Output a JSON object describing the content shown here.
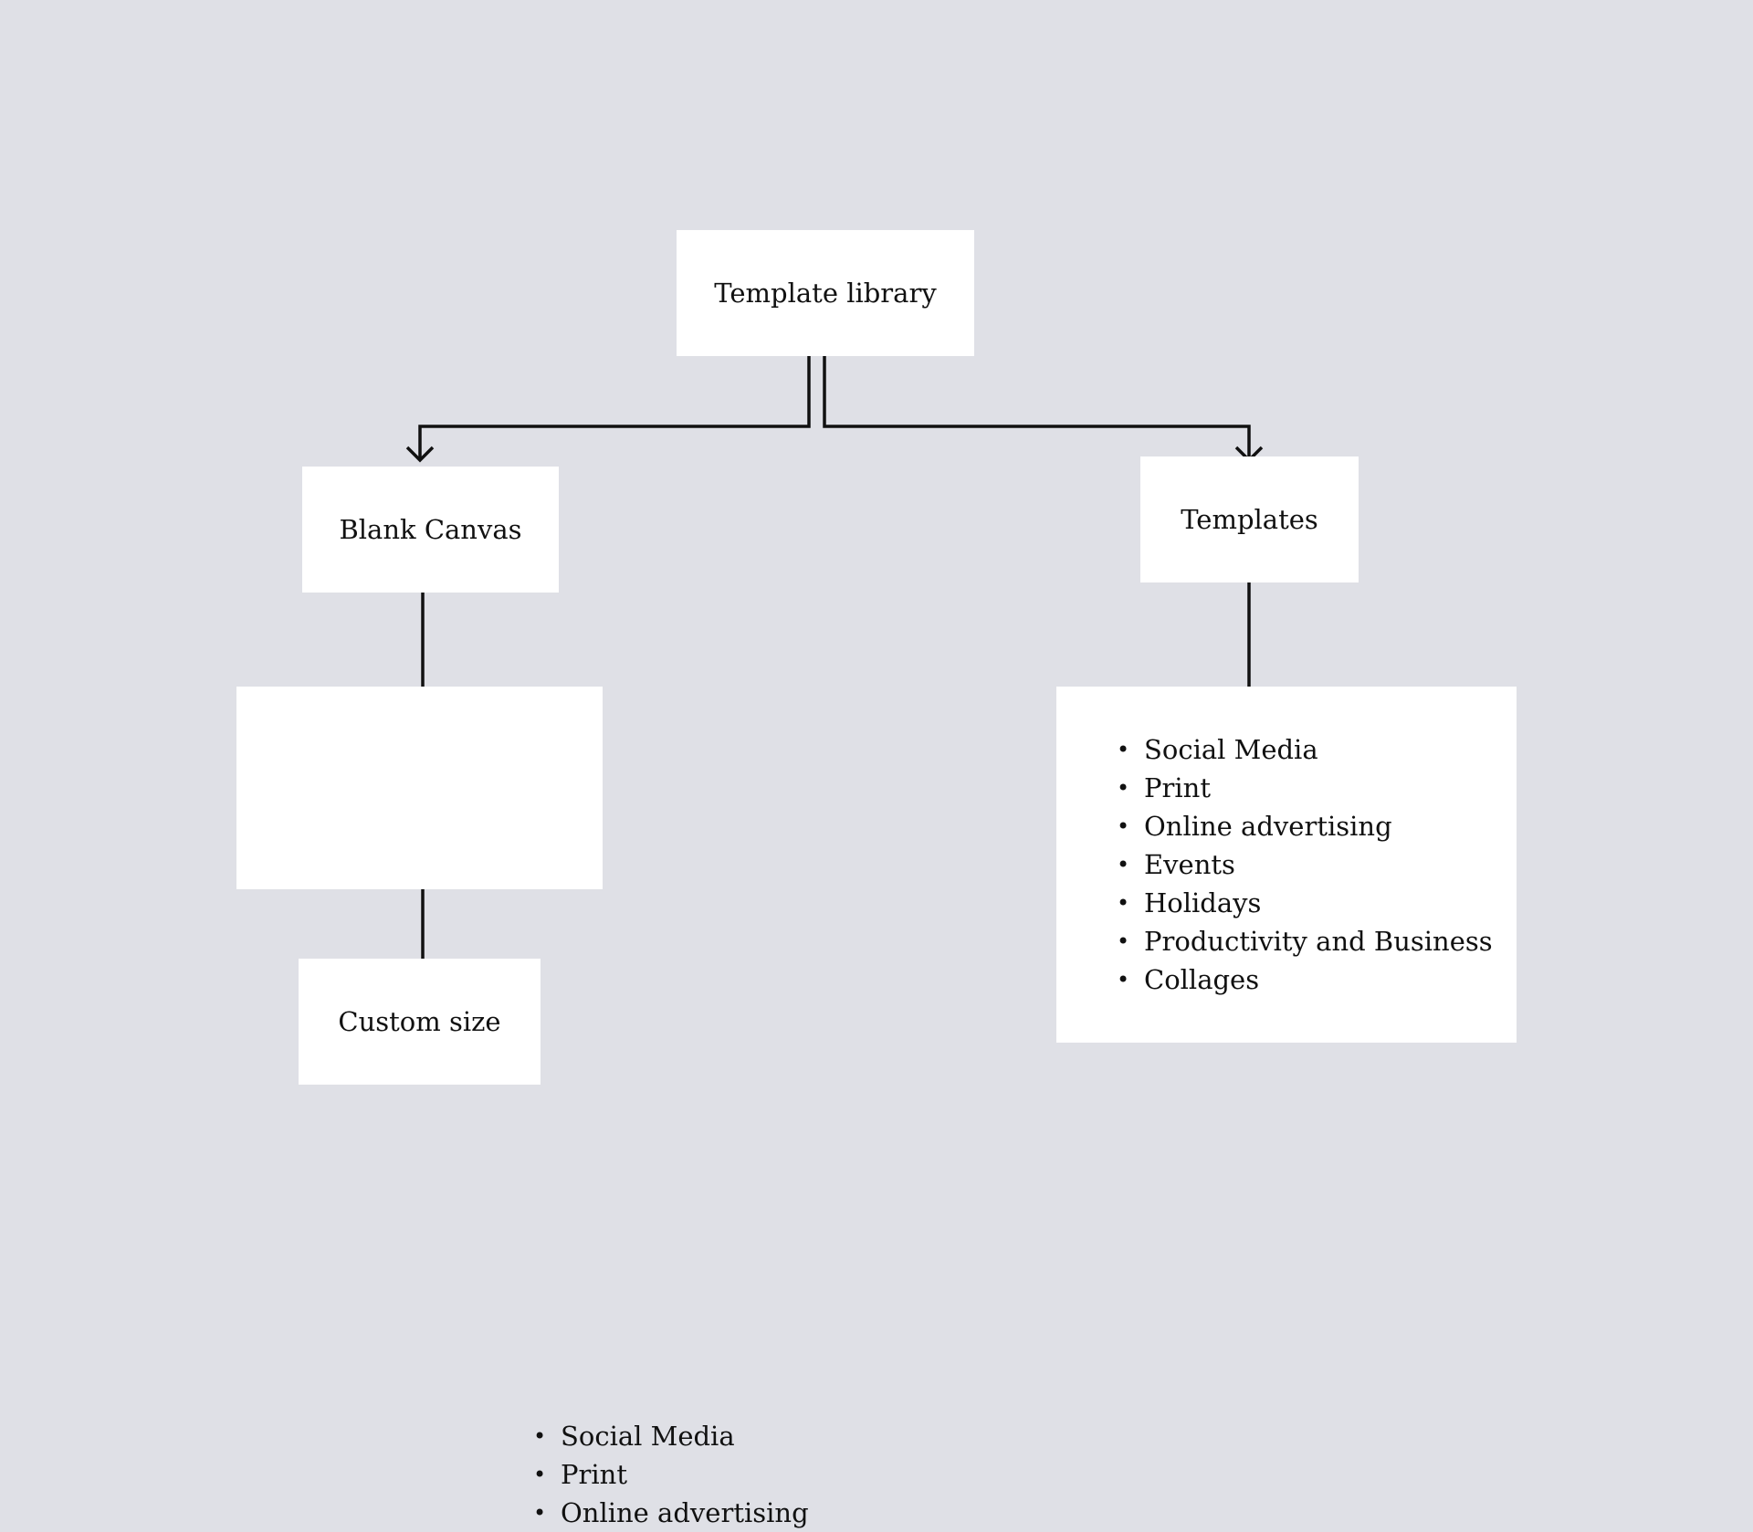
{
  "diagram": {
    "root": {
      "label": "Template library"
    },
    "blank_canvas": {
      "label": "Blank Canvas"
    },
    "templates": {
      "label": "Templates"
    },
    "blank_canvas_options": {
      "items": [
        "Social Media",
        "Print",
        "Online advertising"
      ]
    },
    "template_categories": {
      "items": [
        "Social Media",
        "Print",
        "Online advertising",
        "Events",
        "Holidays",
        "Productivity and Business",
        "Collages"
      ]
    },
    "custom_size": {
      "label": "Custom size"
    },
    "bullet_glyph": "•"
  },
  "colors": {
    "background": "#dfe0e6",
    "box": "#ffffff",
    "line": "#111111",
    "text": "#111111"
  }
}
